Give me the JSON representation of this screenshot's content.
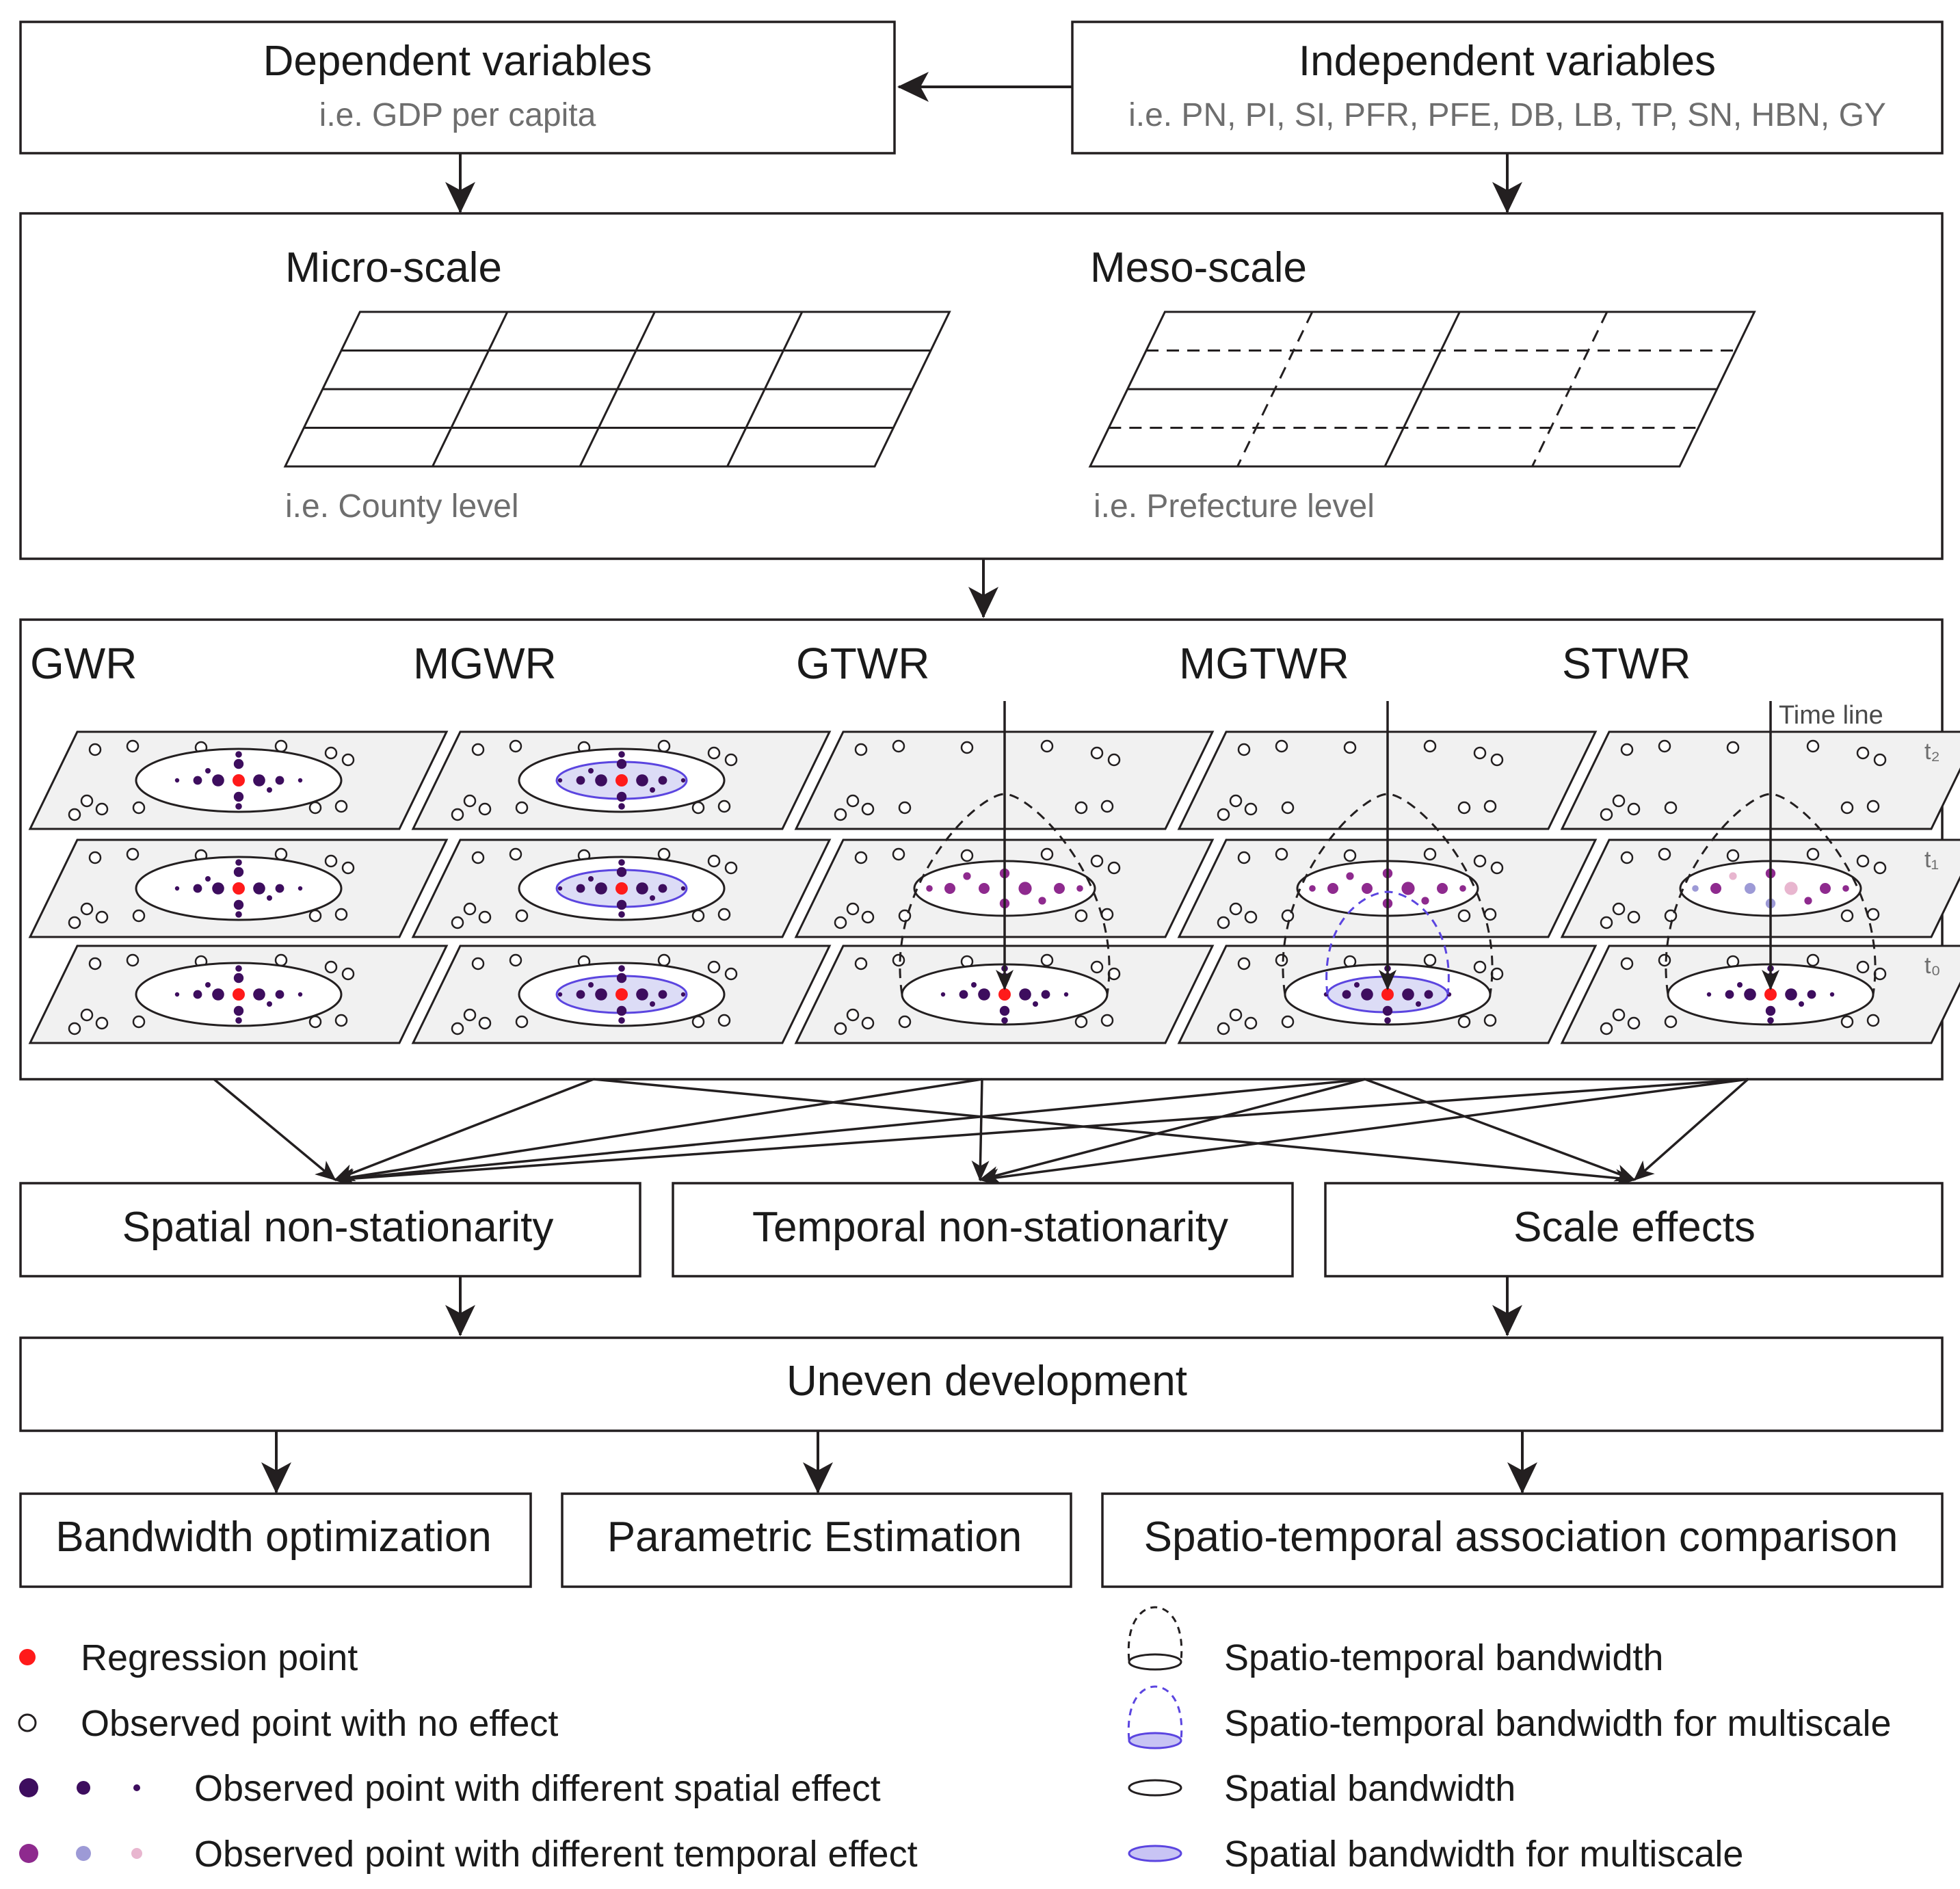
{
  "top": {
    "dependent": {
      "title": "Dependent variables",
      "example": "i.e. GDP per capita"
    },
    "independent": {
      "title": "Independent variables",
      "example": "i.e. PN, PI, SI, PFR, PFE, DB, LB, TP, SN, HBN, GY"
    }
  },
  "scales": {
    "micro": {
      "title": "Micro-scale",
      "example": "i.e. County level"
    },
    "meso": {
      "title": "Meso-scale",
      "example": "i.e. Prefecture level"
    }
  },
  "models": {
    "names": [
      "GWR",
      "MGWR",
      "GTWR",
      "MGTWR",
      "STWR"
    ],
    "timeline_label": "Time line",
    "time_labels": [
      "t₂",
      "t₁",
      "t₀"
    ]
  },
  "effects": [
    "Spatial non-stationarity",
    "Temporal non-stationarity",
    "Scale effects"
  ],
  "outcome": "Uneven development",
  "methods": [
    "Bandwidth optimization",
    "Parametric Estimation",
    "Spatio-temporal association comparison"
  ],
  "legend": {
    "regression_point": "Regression point",
    "no_effect": "Observed point with no effect",
    "spatial_effect": "Observed point with different spatial effect",
    "temporal_effect": "Observed point with different temporal effect",
    "st_bandwidth": "Spatio-temporal bandwidth",
    "st_bandwidth_multi": "Spatio-temporal bandwidth for multiscale",
    "s_bandwidth": "Spatial bandwidth",
    "s_bandwidth_multi": "Spatial bandwidth for multiscale"
  },
  "colors": {
    "line": "#231f20",
    "regression": "#ff1a1a",
    "spatial_point": "#3d0d5e",
    "temporal_dark": "#8e2a8e",
    "temporal_mid": "#9d9ad6",
    "temporal_light": "#e8b6cf",
    "multiscale_stroke": "#5b45e0",
    "multiscale_fill": "#dcdcf6",
    "plane_fill": "#f1f1f1"
  }
}
